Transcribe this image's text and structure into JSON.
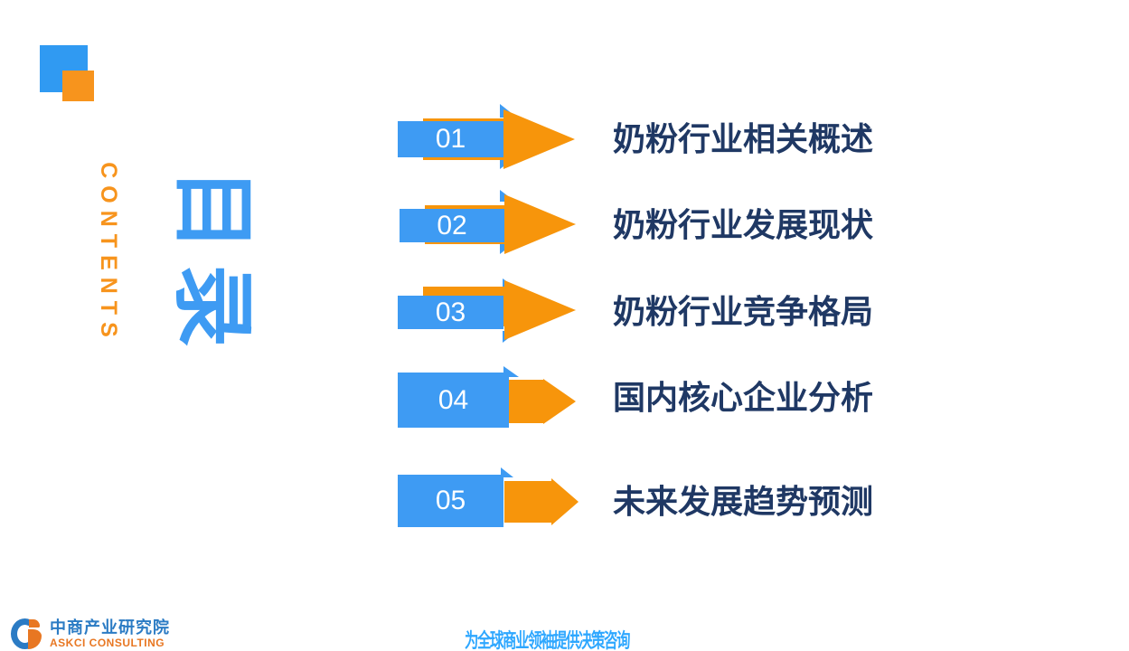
{
  "sidebar": {
    "contents_label": "CONTENTS",
    "title": "目录"
  },
  "toc": {
    "items": [
      {
        "number": "01",
        "label": "奶粉行业相关概述"
      },
      {
        "number": "02",
        "label": "奶粉行业发展现状"
      },
      {
        "number": "03",
        "label": "奶粉行业竞争格局"
      },
      {
        "number": "04",
        "label": "国内核心企业分析"
      },
      {
        "number": "05",
        "label": "未来发展趋势预测"
      }
    ]
  },
  "footer": {
    "logo_cn": "中商产业研究院",
    "logo_en": "ASKCI CONSULTING",
    "tagline": "为全球商业领袖提供决策咨询"
  },
  "colors": {
    "accent_blue": "#3e9bf3",
    "accent_orange": "#f7950b",
    "deco_orange": "#f7941d",
    "item_text_navy": "#1f3864",
    "tagline_blue": "#2ea7ff",
    "logo_blue": "#2b7bc4",
    "logo_orange": "#e87722"
  }
}
